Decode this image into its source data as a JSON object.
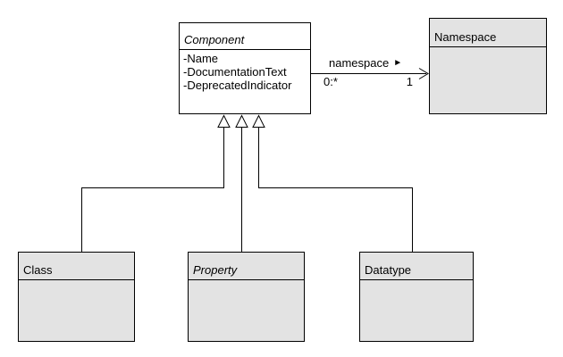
{
  "diagram": {
    "kind": "uml-class-diagram",
    "background": "#ffffff",
    "stroke_color": "#000000",
    "class_fill": "#e3e3e3",
    "abstract_class_fill": "#ffffff",
    "text_color": "#000000"
  },
  "component": {
    "title": "Component",
    "abstract": true,
    "attributes": [
      "-Name",
      "-DocumentationText",
      "-DeprecatedIndicator"
    ]
  },
  "namespace_box": {
    "title": "Namespace",
    "abstract": false,
    "attributes": []
  },
  "class_box": {
    "title": "Class",
    "abstract": false,
    "attributes": []
  },
  "property_box": {
    "title": "Property",
    "abstract": true,
    "attributes": []
  },
  "datatype_box": {
    "title": "Datatype",
    "abstract": false,
    "attributes": []
  },
  "association": {
    "from": "Component",
    "to": "Namespace",
    "name": "namespace",
    "direction_icon": "►",
    "source_multiplicity": "0:*",
    "target_multiplicity": "1"
  },
  "generalizations": [
    {
      "from": "Class",
      "to": "Component"
    },
    {
      "from": "Property",
      "to": "Component"
    },
    {
      "from": "Datatype",
      "to": "Component"
    }
  ]
}
